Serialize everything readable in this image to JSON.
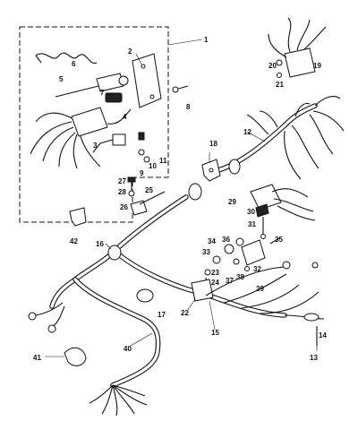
{
  "callouts": [
    {
      "id": "c1",
      "label": "1"
    },
    {
      "id": "c2",
      "label": "2"
    },
    {
      "id": "c3",
      "label": "3"
    },
    {
      "id": "c4",
      "label": "4"
    },
    {
      "id": "c5",
      "label": "5"
    },
    {
      "id": "c6",
      "label": "6"
    },
    {
      "id": "c7",
      "label": "7"
    },
    {
      "id": "c8",
      "label": "8"
    },
    {
      "id": "c9",
      "label": "9"
    },
    {
      "id": "c10",
      "label": "10"
    },
    {
      "id": "c11",
      "label": "11"
    },
    {
      "id": "c12",
      "label": "12"
    },
    {
      "id": "c13",
      "label": "13"
    },
    {
      "id": "c14",
      "label": "14"
    },
    {
      "id": "c15",
      "label": "15"
    },
    {
      "id": "c16",
      "label": "16"
    },
    {
      "id": "c17",
      "label": "17"
    },
    {
      "id": "c18",
      "label": "18"
    },
    {
      "id": "c19",
      "label": "19"
    },
    {
      "id": "c20",
      "label": "20"
    },
    {
      "id": "c21",
      "label": "21"
    },
    {
      "id": "c22",
      "label": "22"
    },
    {
      "id": "c23",
      "label": "23"
    },
    {
      "id": "c24",
      "label": "24"
    },
    {
      "id": "c25",
      "label": "25"
    },
    {
      "id": "c26",
      "label": "26"
    },
    {
      "id": "c27",
      "label": "27"
    },
    {
      "id": "c28",
      "label": "28"
    },
    {
      "id": "c29",
      "label": "29"
    },
    {
      "id": "c30",
      "label": "30"
    },
    {
      "id": "c31",
      "label": "31"
    },
    {
      "id": "c32",
      "label": "32"
    },
    {
      "id": "c33",
      "label": "33"
    },
    {
      "id": "c34",
      "label": "34"
    },
    {
      "id": "c35",
      "label": "35"
    },
    {
      "id": "c36",
      "label": "36"
    },
    {
      "id": "c37",
      "label": "37"
    },
    {
      "id": "c38",
      "label": "38"
    },
    {
      "id": "c39",
      "label": "39"
    },
    {
      "id": "c40",
      "label": "40"
    },
    {
      "id": "c41",
      "label": "41"
    },
    {
      "id": "c42",
      "label": "42"
    }
  ]
}
